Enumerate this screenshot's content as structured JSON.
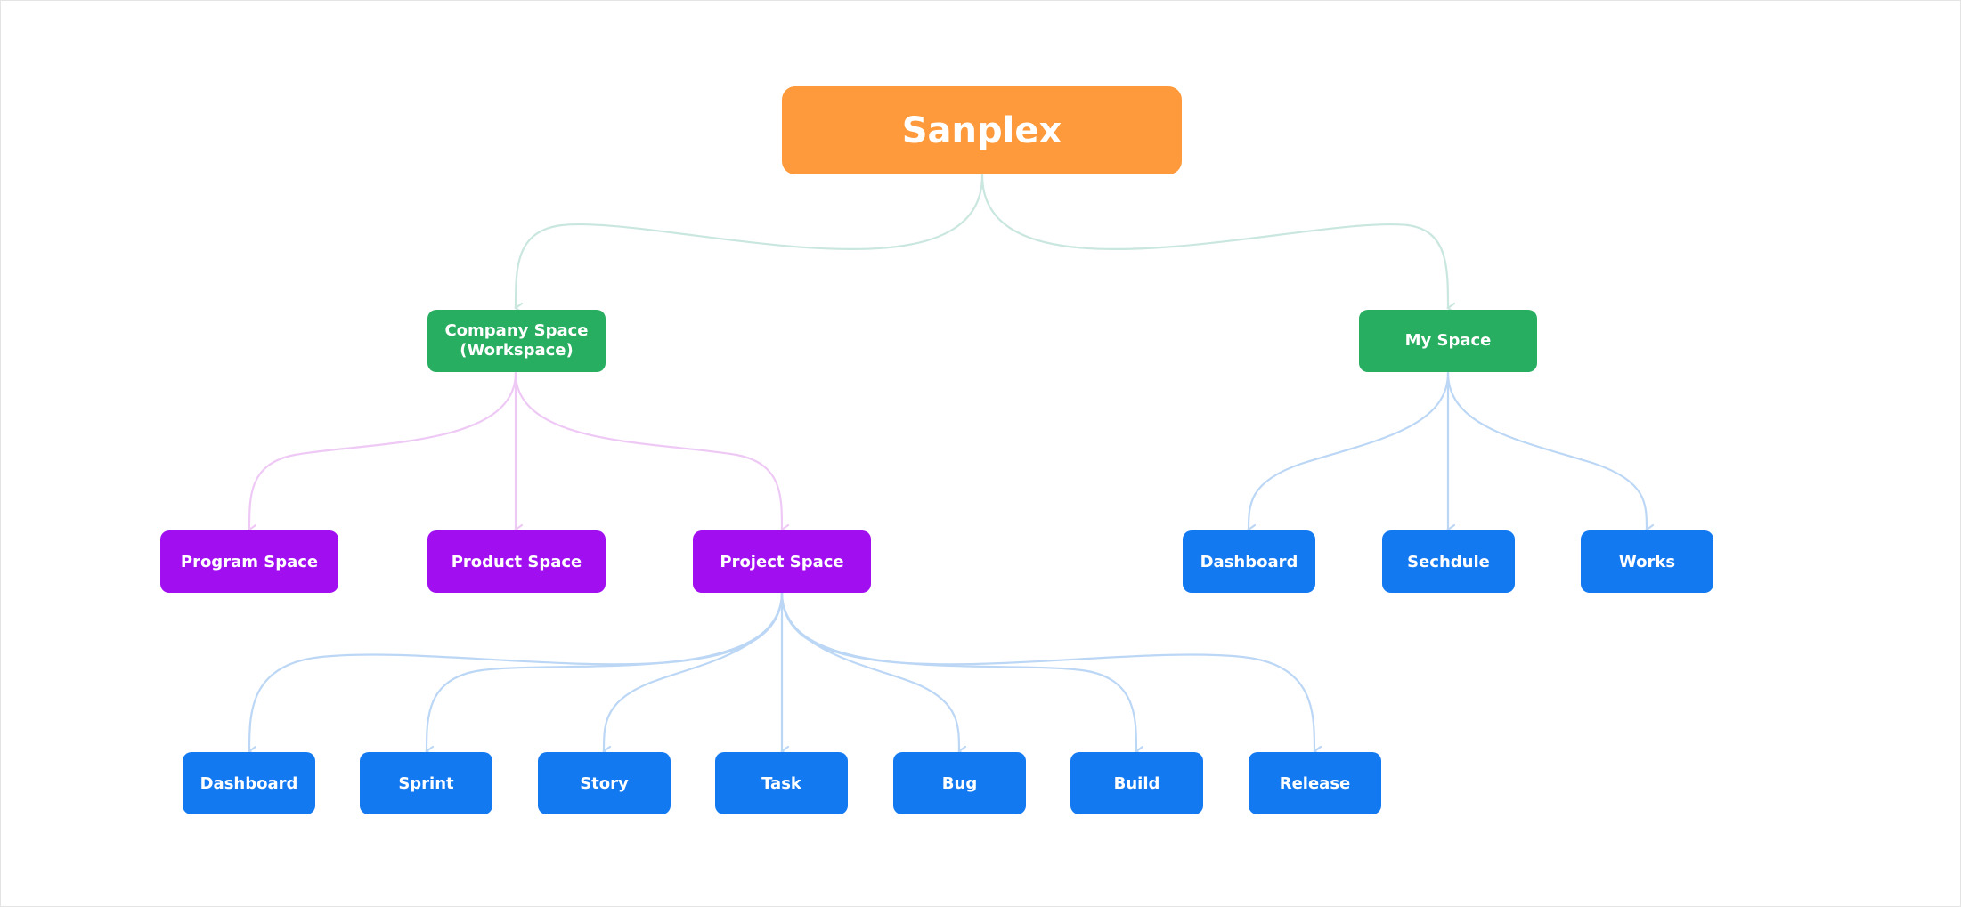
{
  "root": {
    "label": "Sanplex"
  },
  "level1": {
    "company": {
      "label": "Company Space\n(Workspace)"
    },
    "my": {
      "label": "My Space"
    }
  },
  "company_children": [
    {
      "label": "Program Space"
    },
    {
      "label": "Product  Space"
    },
    {
      "label": "Project  Space"
    }
  ],
  "my_children": [
    {
      "label": "Dashboard"
    },
    {
      "label": "Sechdule"
    },
    {
      "label": "Works"
    }
  ],
  "project_children": [
    {
      "label": "Dashboard"
    },
    {
      "label": "Sprint"
    },
    {
      "label": "Story"
    },
    {
      "label": "Task"
    },
    {
      "label": "Bug"
    },
    {
      "label": "Build"
    },
    {
      "label": "Release"
    }
  ],
  "colors": {
    "root": "#ff9a3c",
    "space": "#27ae60",
    "sub_space": "#a10ef0",
    "leaf": "#1279f0",
    "edge_root": "#c9e6df",
    "edge_company": "#efc9f5",
    "edge_blue": "#bcd7f5"
  }
}
